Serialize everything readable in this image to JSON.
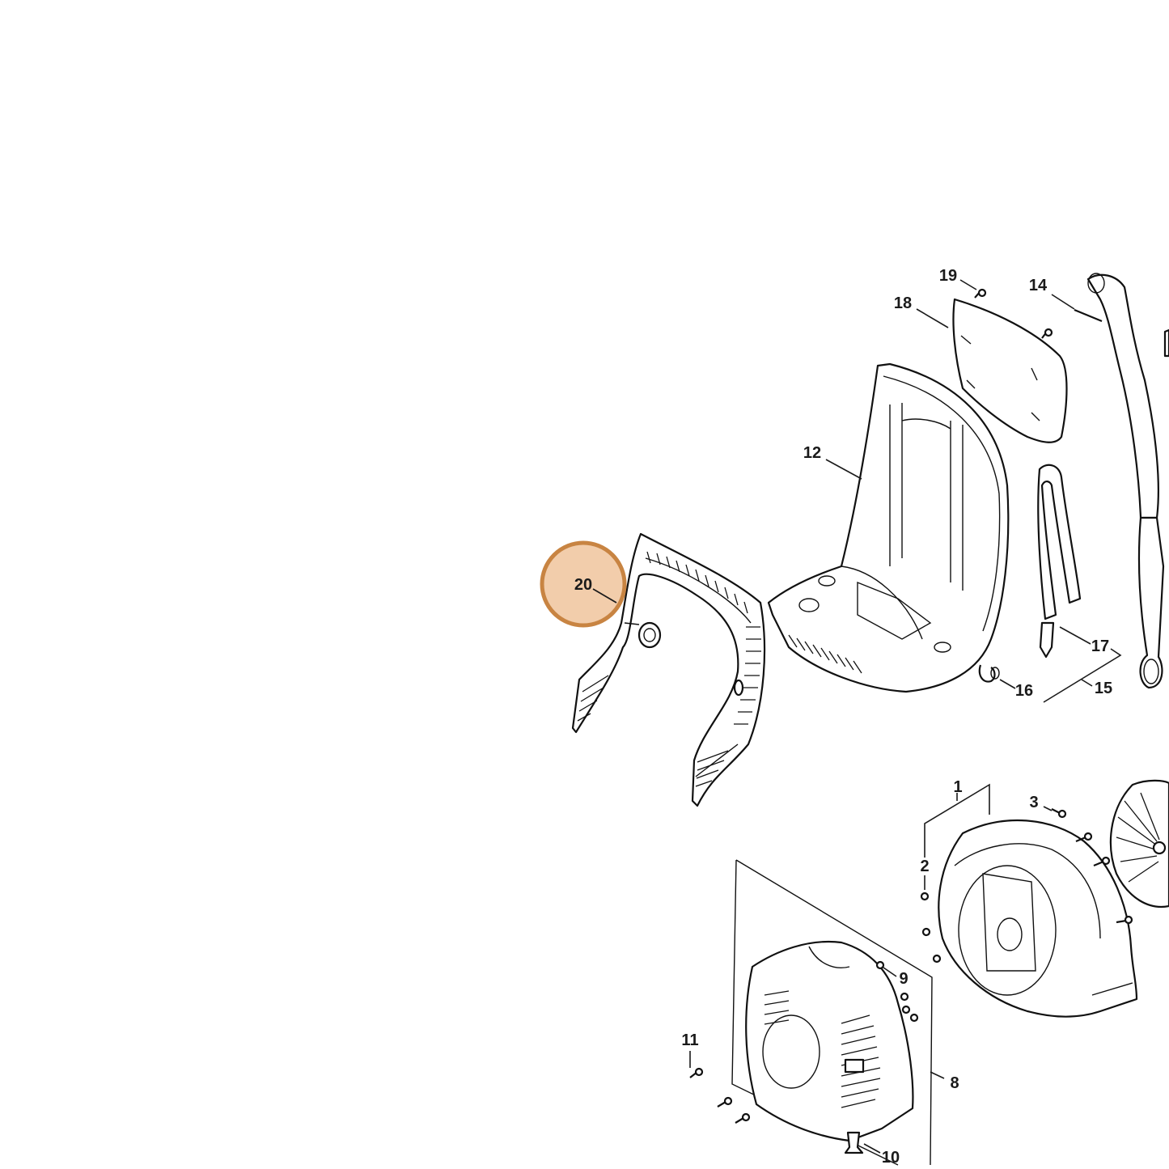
{
  "highlight": {
    "part_number": "20",
    "fill_color": "#f0c49c",
    "ring_color": "#c88442"
  },
  "callouts": [
    {
      "id": "c1",
      "label": "1"
    },
    {
      "id": "c2",
      "label": "2"
    },
    {
      "id": "c3",
      "label": "3"
    },
    {
      "id": "c8",
      "label": "8"
    },
    {
      "id": "c9",
      "label": "9"
    },
    {
      "id": "c10",
      "label": "10"
    },
    {
      "id": "c11",
      "label": "11"
    },
    {
      "id": "c12",
      "label": "12"
    },
    {
      "id": "c14",
      "label": "14"
    },
    {
      "id": "c15",
      "label": "15"
    },
    {
      "id": "c16",
      "label": "16"
    },
    {
      "id": "c17",
      "label": "17"
    },
    {
      "id": "c18",
      "label": "18"
    },
    {
      "id": "c19",
      "label": "19"
    },
    {
      "id": "c20",
      "label": "20"
    }
  ]
}
